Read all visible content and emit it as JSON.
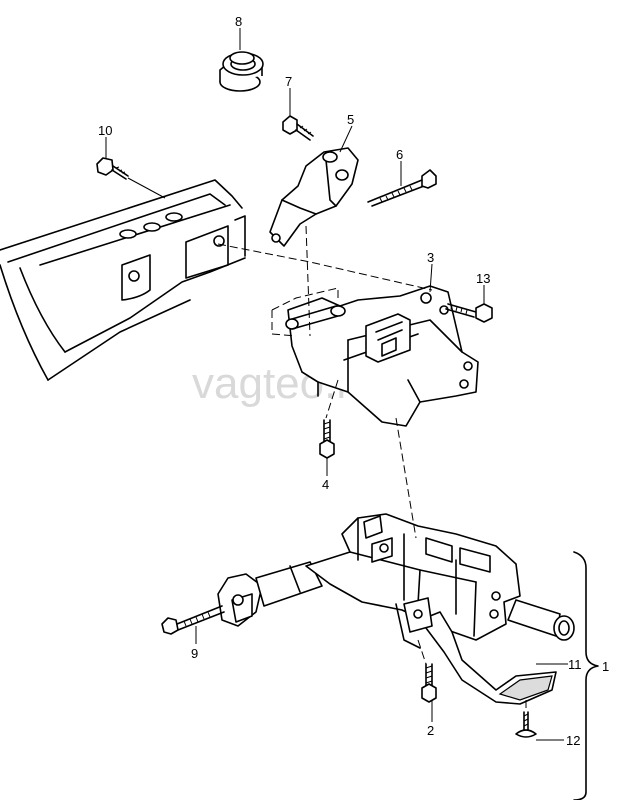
{
  "watermark": "vagteo.ru",
  "callouts": {
    "c1": "1",
    "c2": "2",
    "c3": "3",
    "c4": "4",
    "c5": "5",
    "c6": "6",
    "c7": "7",
    "c8": "8",
    "c9": "9",
    "c10": "10",
    "c11": "11",
    "c12": "12",
    "c13": "13"
  }
}
